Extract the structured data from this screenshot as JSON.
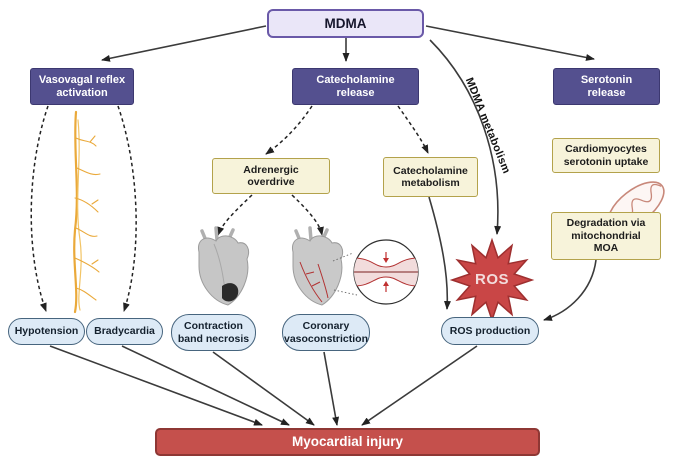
{
  "nodes": {
    "mdma": {
      "label": "MDMA"
    },
    "vasovagal": {
      "label": "Vasovagal reflex\nactivation"
    },
    "catecholamine_release": {
      "label": "Catecholamine\nrelease"
    },
    "serotonin_release": {
      "label": "Serotonin\nrelease"
    },
    "adrenergic_overdrive": {
      "label": "Adrenergic\noverdrive"
    },
    "catecholamine_metabolism": {
      "label": "Catecholamine\nmetabolism"
    },
    "cardiomyocytes_uptake": {
      "label": "Cardiomyocytes\nserotonin uptake"
    },
    "degradation_moa": {
      "label": "Degradation via\nmitochondrial\nMOA"
    },
    "hypotension": {
      "label": "Hypotension"
    },
    "bradycardia": {
      "label": "Bradycardia"
    },
    "contraction_band_necrosis": {
      "label": "Contraction\nband necrosis"
    },
    "coronary_vasoconstriction": {
      "label": "Coronary\nvasoconstriction"
    },
    "ros_star": {
      "label": "ROS"
    },
    "ros_production": {
      "label": "ROS production"
    },
    "myocardial_injury": {
      "label": "Myocardial injury"
    }
  },
  "edge_labels": {
    "mdma_metabolism": "MDMA metabolism"
  },
  "colors": {
    "purple_node_bg": "#54508f",
    "purple_node_border": "#3c3870",
    "mdma_bg": "#eae6f8",
    "mdma_border": "#6a59a8",
    "yellow_bg": "#f7f3da",
    "yellow_border": "#b3a24b",
    "pill_bg": "#ddeaf6",
    "pill_border": "#47657e",
    "injury_bg": "#c5504c",
    "injury_border": "#8e3734",
    "ros_star_fill": "#c94646",
    "ros_star_border": "#9e2f2f",
    "nerve": "#eaa93a"
  }
}
